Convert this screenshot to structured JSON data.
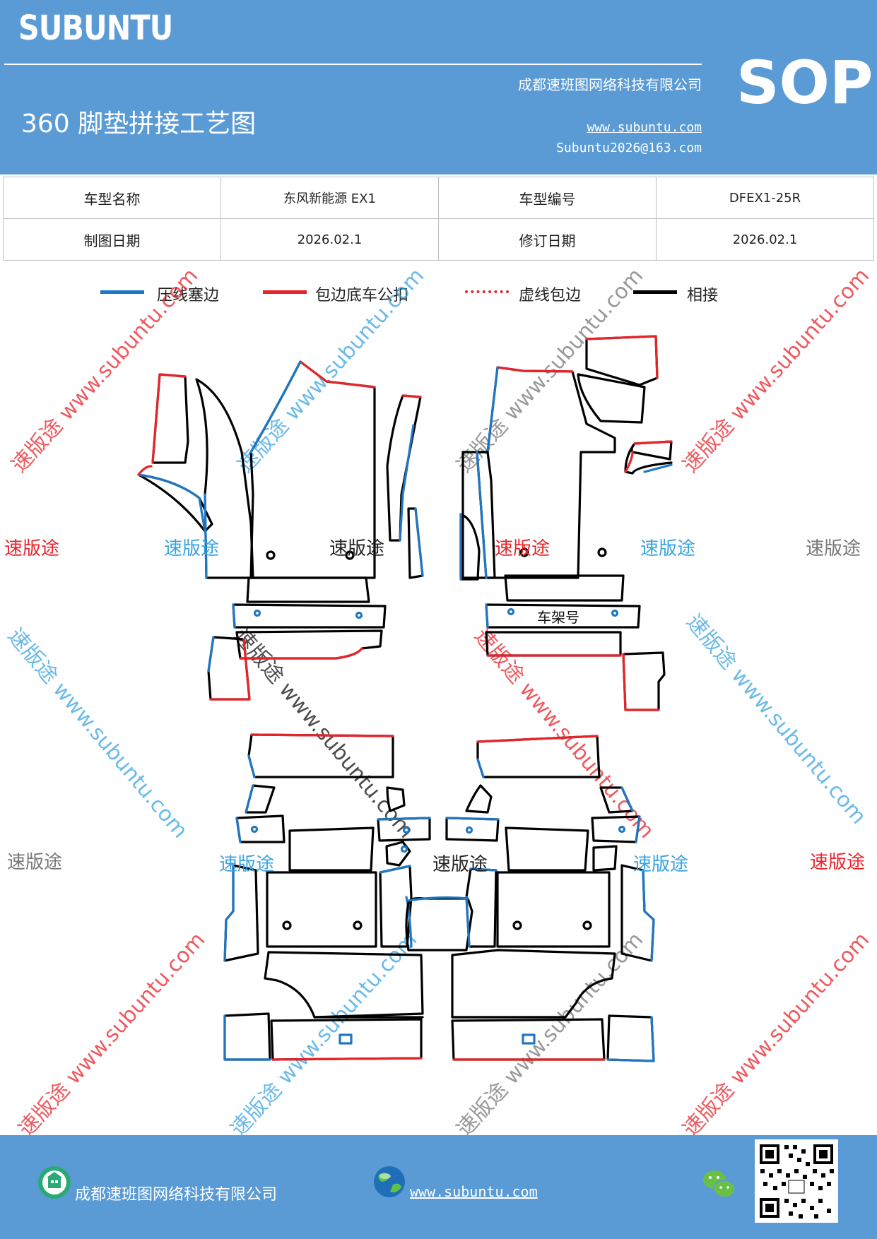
{
  "header": {
    "brand": "SUBUNTU",
    "title": "360 脚垫拼接工艺图",
    "company": "成都速班图网络科技有限公司",
    "website": "www.subuntu.com",
    "email": "Subuntu2026@163.com",
    "badge": "SOP"
  },
  "info_table": {
    "model_name_label": "车型名称",
    "model_name_value": "东风新能源 EX1",
    "model_code_label": "车型编号",
    "model_code_value": "DFEX1-25R",
    "draw_date_label": "制图日期",
    "draw_date_value": "2026.02.1",
    "revise_date_label": "修订日期",
    "revise_date_value": "2026.02.1"
  },
  "legend": [
    {
      "label": "压线塞边",
      "color": "#1f77c4",
      "style": "solid"
    },
    {
      "label": "包边底车公扣",
      "color": "#e8242b",
      "style": "solid"
    },
    {
      "label": "虚线包边",
      "color": "#e8242b",
      "style": "dotted"
    },
    {
      "label": "相接",
      "color": "#000000",
      "style": "solid"
    }
  ],
  "drawing": {
    "frame_label": "车架号"
  },
  "watermark": {
    "text": "速版途",
    "url_text": "速版途 www.subuntu.com",
    "colors": {
      "red": "#e8242b",
      "blue": "#3aa3e0",
      "gray": "#777777"
    }
  },
  "footer": {
    "company": "成都速班图网络科技有限公司",
    "website": "www.subuntu.com "
  },
  "colors": {
    "header_bg": "#5b9bd5",
    "blue_line": "#1f77c4",
    "red_line": "#e8242b"
  }
}
